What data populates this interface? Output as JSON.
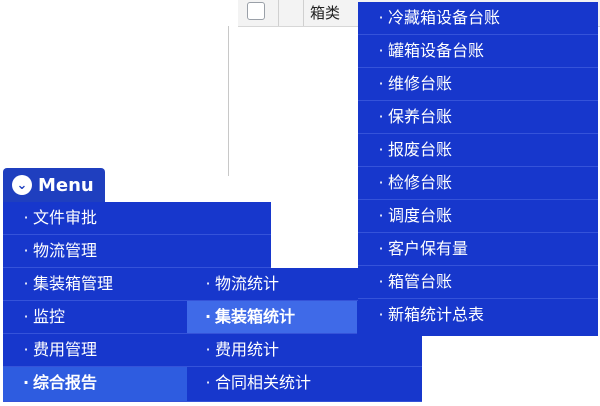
{
  "table": {
    "column_header": "箱类"
  },
  "menu": {
    "title": "Menu",
    "icon": "chevron-circle-icon",
    "bullet": "·",
    "items": [
      {
        "label": "文件审批"
      },
      {
        "label": "物流管理"
      },
      {
        "label": "集装箱管理"
      },
      {
        "label": "监控"
      },
      {
        "label": "费用管理"
      },
      {
        "label": "综合报告"
      }
    ]
  },
  "submenu": {
    "items": [
      {
        "label": "物流统计"
      },
      {
        "label": "集装箱统计"
      },
      {
        "label": "费用统计"
      },
      {
        "label": "合同相关统计"
      }
    ]
  },
  "subsubmenu": {
    "items": [
      {
        "label": "冷藏箱设备台账"
      },
      {
        "label": "罐箱设备台账"
      },
      {
        "label": "维修台账"
      },
      {
        "label": "保养台账"
      },
      {
        "label": "报废台账"
      },
      {
        "label": "检修台账"
      },
      {
        "label": "调度台账"
      },
      {
        "label": "客户保有量"
      },
      {
        "label": "箱管台账"
      },
      {
        "label": "新箱统计总表"
      }
    ]
  },
  "colors": {
    "menu_bg": "#1737cc",
    "header_bg": "#1f3fbf",
    "active_bg": "#2e5ce0",
    "text": "#ffffff"
  }
}
